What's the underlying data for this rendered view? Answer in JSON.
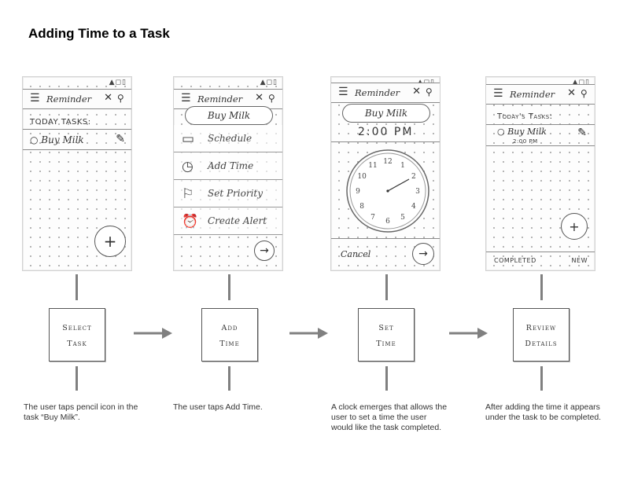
{
  "title": "Adding Time to a Task",
  "status_icons": "▲◻▯",
  "app_title": "Reminder",
  "screen1": {
    "section": "TODAY TASKS:",
    "task": "Buy Milk"
  },
  "screen2": {
    "pill": "Buy Milk",
    "items": [
      {
        "icon": "calendar-icon",
        "label": "Schedule"
      },
      {
        "icon": "clock-icon",
        "label": "Add Time"
      },
      {
        "icon": "flag-icon",
        "label": "Set Priority"
      },
      {
        "icon": "alarm-icon",
        "label": "Create Alert"
      }
    ]
  },
  "screen3": {
    "pill": "Buy Milk",
    "time": "2:00 PM",
    "clock_numbers": [
      "12",
      "1",
      "2",
      "3",
      "4",
      "5",
      "6",
      "7",
      "8",
      "9",
      "10",
      "11"
    ],
    "cancel": "Cancel"
  },
  "screen4": {
    "section": "Today's Tasks:",
    "task": "Buy Milk",
    "task_time": "2:00 PM",
    "completed": "COMPLETED",
    "new": "NEW"
  },
  "steps": [
    {
      "line1": "Select",
      "line2": "Task",
      "desc": "The user taps pencil icon in the task “Buy Milk”."
    },
    {
      "line1": "Add",
      "line2": "Time",
      "desc": "The user taps Add Time."
    },
    {
      "line1": "Set",
      "line2": "Time",
      "desc": "A clock emerges that allows the user to set a time the user would like the task completed."
    },
    {
      "line1": "Review",
      "line2": "Details",
      "desc": "After adding the time it appears under the task to be completed."
    }
  ],
  "colors": {
    "connector": "#808080",
    "sketch_line": "#8a8a8a"
  }
}
